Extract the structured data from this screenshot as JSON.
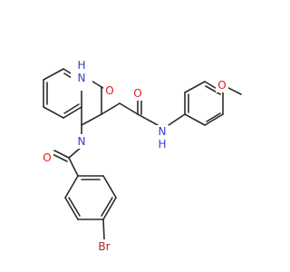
{
  "molecule": {
    "labels": {
      "nh_ring": "H",
      "nh_ring_n": "N",
      "o_lactam": "O",
      "o_amide": "O",
      "nh_amide_n": "N",
      "nh_amide_h": "H",
      "o_methoxy": "O",
      "n_ring": "N",
      "o_benzoyl": "O",
      "br": "Br"
    },
    "colors": {
      "bond": "#2b2b2b",
      "nitrogen": "#2f3fd0",
      "oxygen": "#e21b1b",
      "bromine": "#a52a2a"
    }
  }
}
